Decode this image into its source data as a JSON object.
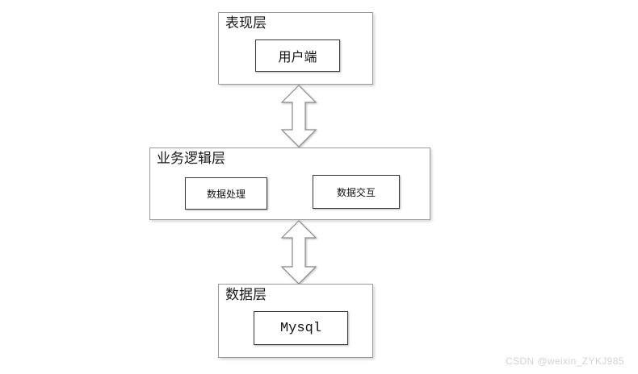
{
  "diagram": {
    "title": "three-tier-architecture",
    "layers": [
      {
        "id": "presentation",
        "label": "表现层",
        "components": [
          {
            "id": "client",
            "label": "用户端"
          }
        ]
      },
      {
        "id": "business",
        "label": "业务逻辑层",
        "components": [
          {
            "id": "data-processing",
            "label": "数据处理"
          },
          {
            "id": "data-interaction",
            "label": "数据交互"
          }
        ]
      },
      {
        "id": "data",
        "label": "数据层",
        "components": [
          {
            "id": "mysql",
            "label": "Mysql"
          }
        ]
      }
    ],
    "connectors": [
      {
        "id": "presentation-business",
        "type": "double-arrow-vertical"
      },
      {
        "id": "business-data",
        "type": "double-arrow-vertical"
      }
    ]
  },
  "watermark": {
    "text": "CSDN @weixin_ZYKJ985"
  },
  "colors": {
    "background": "#ffffff",
    "outer_border": "#9a9a9a",
    "inner_border": "#3a3a3a",
    "text": "#111111",
    "watermark": "#d2d2d2",
    "arrow_fill": "#ffffff",
    "arrow_stroke": "#8c8c8c"
  }
}
